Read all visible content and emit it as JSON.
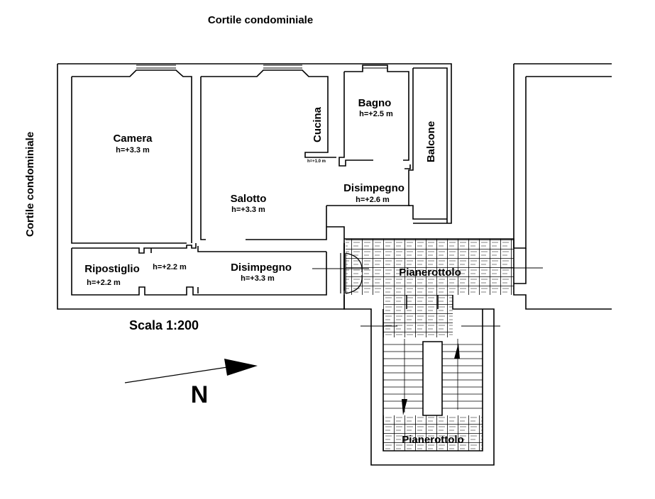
{
  "labels": {
    "top_courtyard": "Cortile condominiale",
    "left_courtyard": "Cortile condominiale",
    "scale": "Scala 1:200",
    "north": "N"
  },
  "rooms": {
    "camera": {
      "name": "Camera",
      "height": "h=+3.3 m"
    },
    "cucina": {
      "name": "Cucina",
      "height": "h=+1.0 m"
    },
    "bagno": {
      "name": "Bagno",
      "height": "h=+2.5 m"
    },
    "balcone": {
      "name": "Balcone"
    },
    "salotto": {
      "name": "Salotto",
      "height": "h=+3.3 m"
    },
    "disimpegno_upper": {
      "name": "Disimpegno",
      "height": "h=+2.6 m"
    },
    "ripostiglio": {
      "name": "Ripostiglio",
      "height": "h=+2.2 m"
    },
    "passage_height": "h=+2.2 m",
    "disimpegno_lower": {
      "name": "Disimpegno",
      "height": "h=+3.3 m"
    },
    "pianerottolo_upper": {
      "name": "Pianerottolo"
    },
    "pianerottolo_lower": {
      "name": "Pianerottolo"
    }
  }
}
